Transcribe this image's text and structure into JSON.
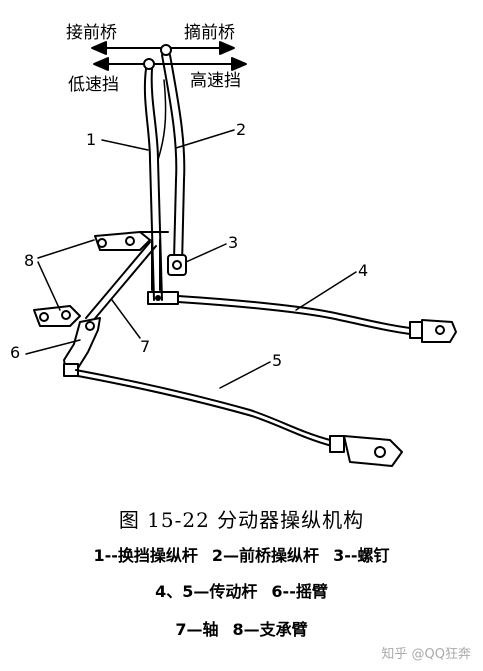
{
  "arrows": {
    "front_engage": "接前桥",
    "front_disengage": "摘前桥",
    "low_gear": "低速挡",
    "high_gear": "高速挡"
  },
  "callouts": [
    "1",
    "2",
    "3",
    "4",
    "5",
    "6",
    "7",
    "8"
  ],
  "caption": {
    "title": "图 15-22   分动器操纵机构",
    "line1_a": "1--换挡操纵杆",
    "line1_b": "2—前桥操纵杆",
    "line1_c": "3--螺钉",
    "line2_a": "4、5—传动杆",
    "line2_b": "6--摇臂",
    "line3_a": "7—轴",
    "line3_b": "8—支承臂"
  },
  "watermark": "知乎 @QQ狂奔"
}
